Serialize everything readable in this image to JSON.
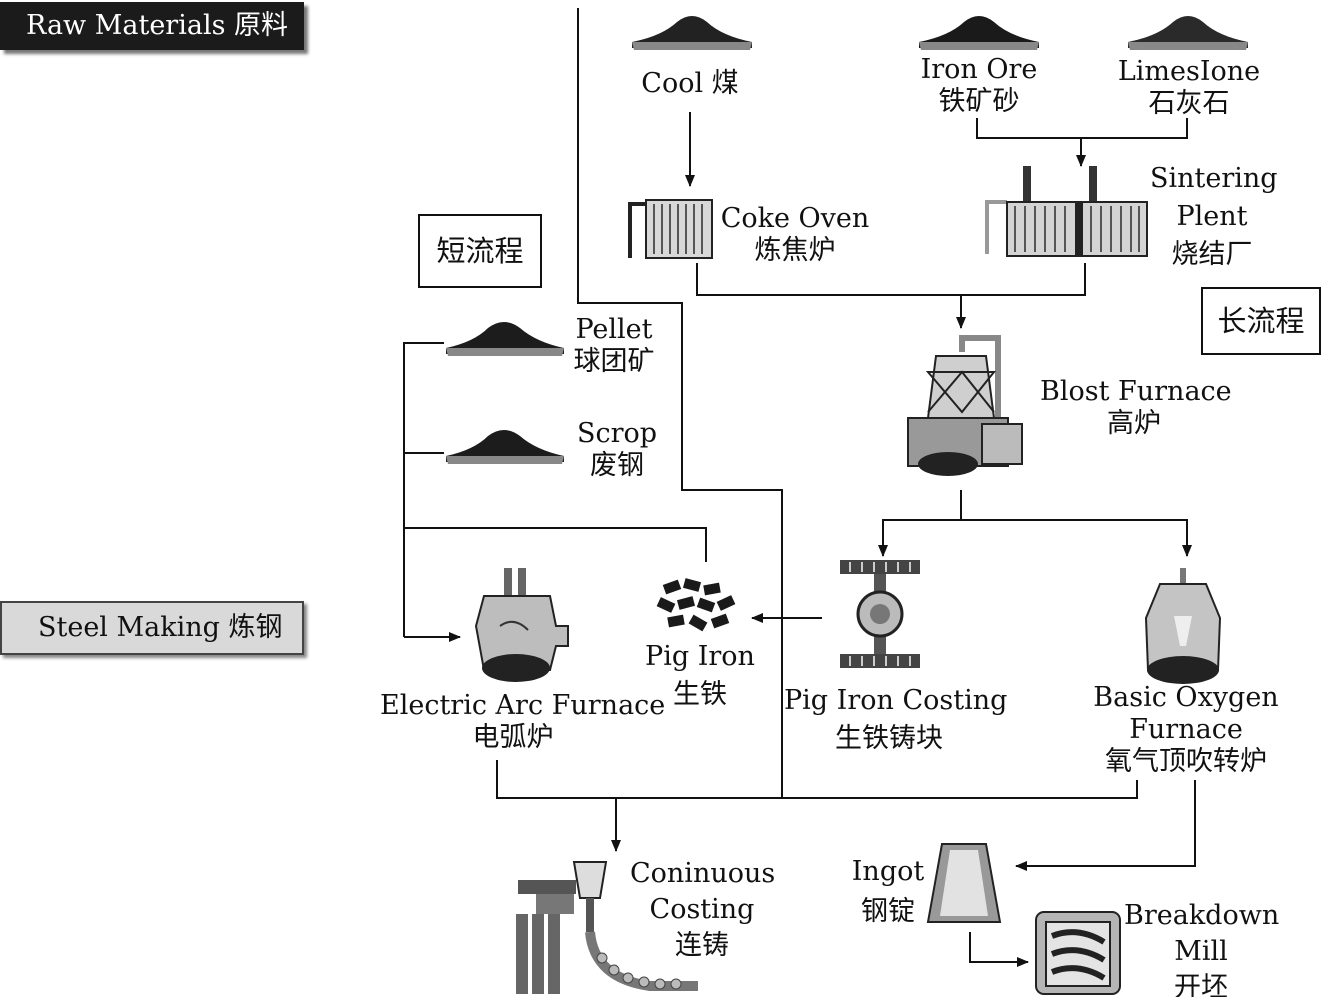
{
  "banners": {
    "raw_materials": "Raw Materials 原料",
    "steel_making": "Steel Making 炼钢"
  },
  "route_labels": {
    "short": "短流程",
    "long": "长流程"
  },
  "nodes": {
    "coal": {
      "en": "Cool 煤"
    },
    "iron_ore": {
      "en": "Iron Ore",
      "zh": "铁矿砂"
    },
    "limestone": {
      "en": "LimesIone",
      "zh": "石灰石"
    },
    "coke_oven": {
      "en": "Coke Oven",
      "zh": "炼焦炉"
    },
    "sintering": {
      "en1": "Sintering",
      "en2": "Plent",
      "zh": "烧结厂"
    },
    "pellet": {
      "en": "Pellet",
      "zh": "球团矿"
    },
    "scrap": {
      "en": "Scrop",
      "zh": "废钢"
    },
    "blast_furnace": {
      "en": "Blost Furnace",
      "zh": "高炉"
    },
    "pig_iron": {
      "en": "Pig Iron",
      "zh": "生铁"
    },
    "pig_iron_casting": {
      "en": "Pig Iron Costing",
      "zh": "生铁铸块"
    },
    "eaf": {
      "en": "Electric Arc Furnace",
      "zh": "电弧炉"
    },
    "bof": {
      "en1": "Basic Oxygen",
      "en2": "Furnace",
      "zh": "氧气顶吹转炉"
    },
    "continuous_casting": {
      "en1": "Coninuous",
      "en2": "Costing",
      "zh": "连铸"
    },
    "ingot": {
      "en": "Ingot",
      "zh": "钢锭"
    },
    "breakdown_mill": {
      "en1": "Breakdown",
      "en2": "Mill",
      "zh": "开坯"
    }
  }
}
